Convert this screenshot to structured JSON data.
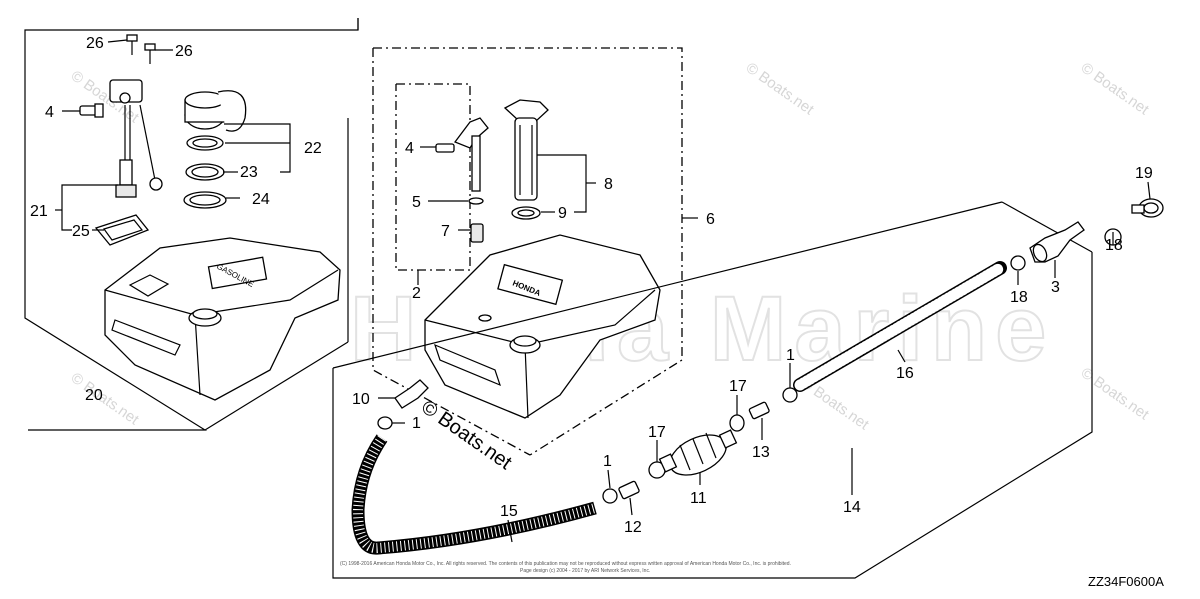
{
  "diagram": {
    "watermark": "© Boats.net",
    "center_watermark": "Honda Marine",
    "part_numbers": [
      {
        "id": "p26a",
        "label": "26"
      },
      {
        "id": "p26b",
        "label": "26"
      },
      {
        "id": "p4a",
        "label": "4"
      },
      {
        "id": "p22",
        "label": "22"
      },
      {
        "id": "p23",
        "label": "23"
      },
      {
        "id": "p24",
        "label": "24"
      },
      {
        "id": "p21",
        "label": "21"
      },
      {
        "id": "p25",
        "label": "25"
      },
      {
        "id": "p20",
        "label": "20"
      },
      {
        "id": "p4b",
        "label": "4"
      },
      {
        "id": "p5",
        "label": "5"
      },
      {
        "id": "p7",
        "label": "7"
      },
      {
        "id": "p2",
        "label": "2"
      },
      {
        "id": "p8",
        "label": "8"
      },
      {
        "id": "p9",
        "label": "9"
      },
      {
        "id": "p6",
        "label": "6"
      },
      {
        "id": "p19",
        "label": "19"
      },
      {
        "id": "p18a",
        "label": "18"
      },
      {
        "id": "p18b",
        "label": "18"
      },
      {
        "id": "p3",
        "label": "3"
      },
      {
        "id": "p16",
        "label": "16"
      },
      {
        "id": "p1a",
        "label": "1"
      },
      {
        "id": "p17a",
        "label": "17"
      },
      {
        "id": "p13",
        "label": "13"
      },
      {
        "id": "p17b",
        "label": "17"
      },
      {
        "id": "p1b",
        "label": "1"
      },
      {
        "id": "p11",
        "label": "11"
      },
      {
        "id": "p12",
        "label": "12"
      },
      {
        "id": "p15",
        "label": "15"
      },
      {
        "id": "p14",
        "label": "14"
      },
      {
        "id": "p10",
        "label": "10"
      },
      {
        "id": "p1c",
        "label": "1"
      }
    ],
    "tank_label_left": "GASOLINE",
    "tank_label_right": "HONDA",
    "copyright_line1": "(C) 1998-2016 American Honda Motor Co., Inc. All rights reserved. The contents of this publication may not be reproduced without express written approval of American Honda Motor Co., Inc. is prohibited.",
    "copyright_line2": "Page design (c) 2004 - 2017 by ARI Network Services, Inc.",
    "figure_code": "ZZ34F0600A"
  }
}
